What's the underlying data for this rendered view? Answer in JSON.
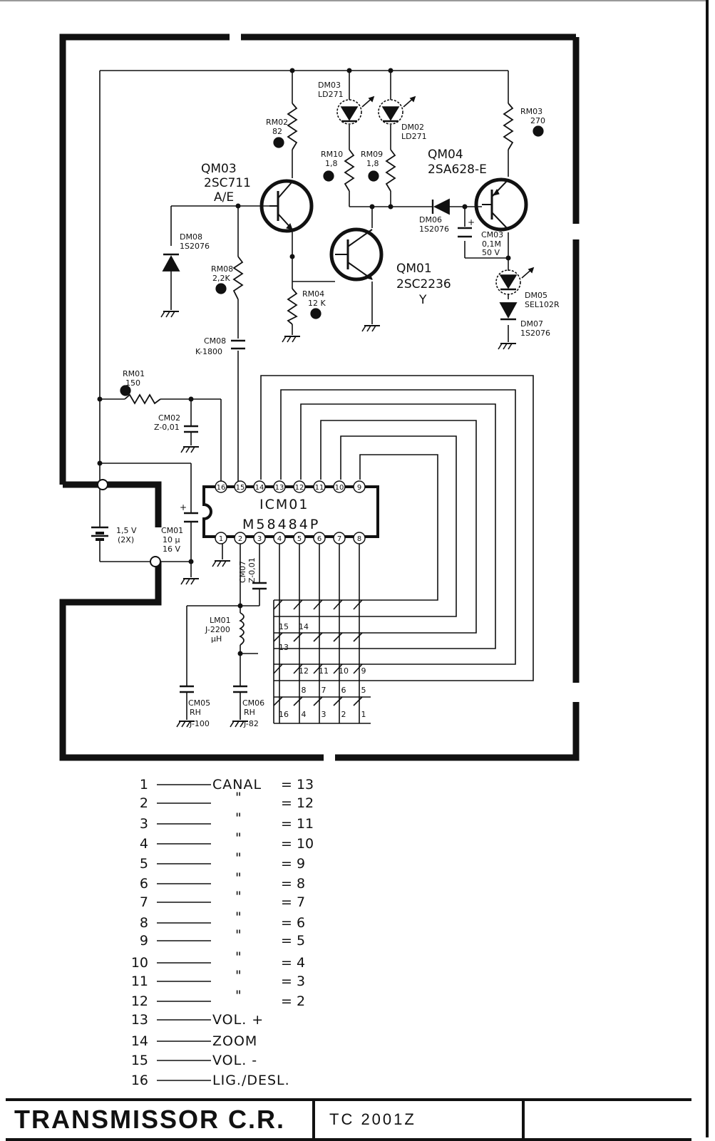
{
  "components": {
    "qm03": {
      "ref": "QM03",
      "part": "2SC711",
      "suffix": "A/E"
    },
    "qm01": {
      "ref": "QM01",
      "part": "2SC2236",
      "suffix": "Y"
    },
    "qm04": {
      "ref": "QM04",
      "part": "2SA628-E"
    },
    "dm03": {
      "ref": "DM03",
      "part": "LD271"
    },
    "dm02": {
      "ref": "DM02",
      "part": "LD271"
    },
    "dm08": {
      "ref": "DM08",
      "part": "1S2076"
    },
    "dm06": {
      "ref": "DM06",
      "part": "1S2076"
    },
    "dm05": {
      "ref": "DM05",
      "part": "SEL102R"
    },
    "dm07": {
      "ref": "DM07",
      "part": "1S2076"
    },
    "rm02": {
      "ref": "RM02",
      "value": "82"
    },
    "rm10": {
      "ref": "RM10",
      "value": "1,8"
    },
    "rm09": {
      "ref": "RM09",
      "value": "1,8"
    },
    "rm03": {
      "ref": "RM03",
      "value": "270"
    },
    "rm08": {
      "ref": "RM08",
      "value": "2,2K"
    },
    "rm04": {
      "ref": "RM04",
      "value": "12 K"
    },
    "rm01": {
      "ref": "RM01",
      "value": "150"
    },
    "cm08": {
      "ref": "CM08",
      "value": "K-1800"
    },
    "cm02": {
      "ref": "CM02",
      "value": "Z-0,01"
    },
    "cm03": {
      "ref": "CM03",
      "value": "0,1M",
      "voltage": "50 V"
    },
    "cm01": {
      "ref": "CM01",
      "value": "10 µ",
      "voltage": "16 V"
    },
    "cm07": {
      "ref": "CM07",
      "value": "Z-0,01"
    },
    "cm05": {
      "ref": "CM05",
      "type": "RH",
      "value": "J-100"
    },
    "cm06": {
      "ref": "CM06",
      "type": "RH",
      "value": "J-82"
    },
    "lm01": {
      "ref": "LM01",
      "value": "J-2200",
      "unit": "µH"
    },
    "battery": {
      "value": "1,5 V",
      "count": "(2X)"
    },
    "ic": {
      "ref": "ICM01",
      "part": "M58484P"
    },
    "carbon_mark": "C"
  },
  "ic_pins_top": [
    "16",
    "15",
    "14",
    "13",
    "12",
    "11",
    "10",
    "9"
  ],
  "ic_pins_bottom": [
    "1",
    "2",
    "3",
    "4",
    "5",
    "6",
    "7",
    "8"
  ],
  "keypad": {
    "rows": [
      [
        "15",
        "14",
        "",
        "",
        ""
      ],
      [
        "13",
        "",
        "",
        "",
        ""
      ],
      [
        "",
        "12",
        "11",
        "10",
        "9"
      ],
      [
        "",
        "8",
        "7",
        "6",
        "5"
      ],
      [
        "16",
        "4",
        "3",
        "2",
        "1"
      ]
    ]
  },
  "legend": [
    {
      "key": "1",
      "label": "CANAL",
      "eq": "= 13"
    },
    {
      "key": "2",
      "label": "\"",
      "eq": "= 12"
    },
    {
      "key": "3",
      "label": "\"",
      "eq": "= 11"
    },
    {
      "key": "4",
      "label": "\"",
      "eq": "= 10"
    },
    {
      "key": "5",
      "label": "\"",
      "eq": "= 9"
    },
    {
      "key": "6",
      "label": "\"",
      "eq": "= 8"
    },
    {
      "key": "7",
      "label": "\"",
      "eq": "= 7"
    },
    {
      "key": "8",
      "label": "\"",
      "eq": "= 6"
    },
    {
      "key": "9",
      "label": "\"",
      "eq": "= 5"
    },
    {
      "key": "10",
      "label": "\"",
      "eq": "= 4"
    },
    {
      "key": "11",
      "label": "\"",
      "eq": "= 3"
    },
    {
      "key": "12",
      "label": "\"",
      "eq": "= 2"
    },
    {
      "key": "13",
      "label": "VOL. +",
      "eq": ""
    },
    {
      "key": "14",
      "label": "ZOOM",
      "eq": ""
    },
    {
      "key": "15",
      "label": "VOL. -",
      "eq": ""
    },
    {
      "key": "16",
      "label": "LIG./DESL.",
      "eq": ""
    }
  ],
  "title_block": {
    "title": "TRANSMISSOR C.R.",
    "code": "TC 2001Z",
    "extra": ""
  }
}
